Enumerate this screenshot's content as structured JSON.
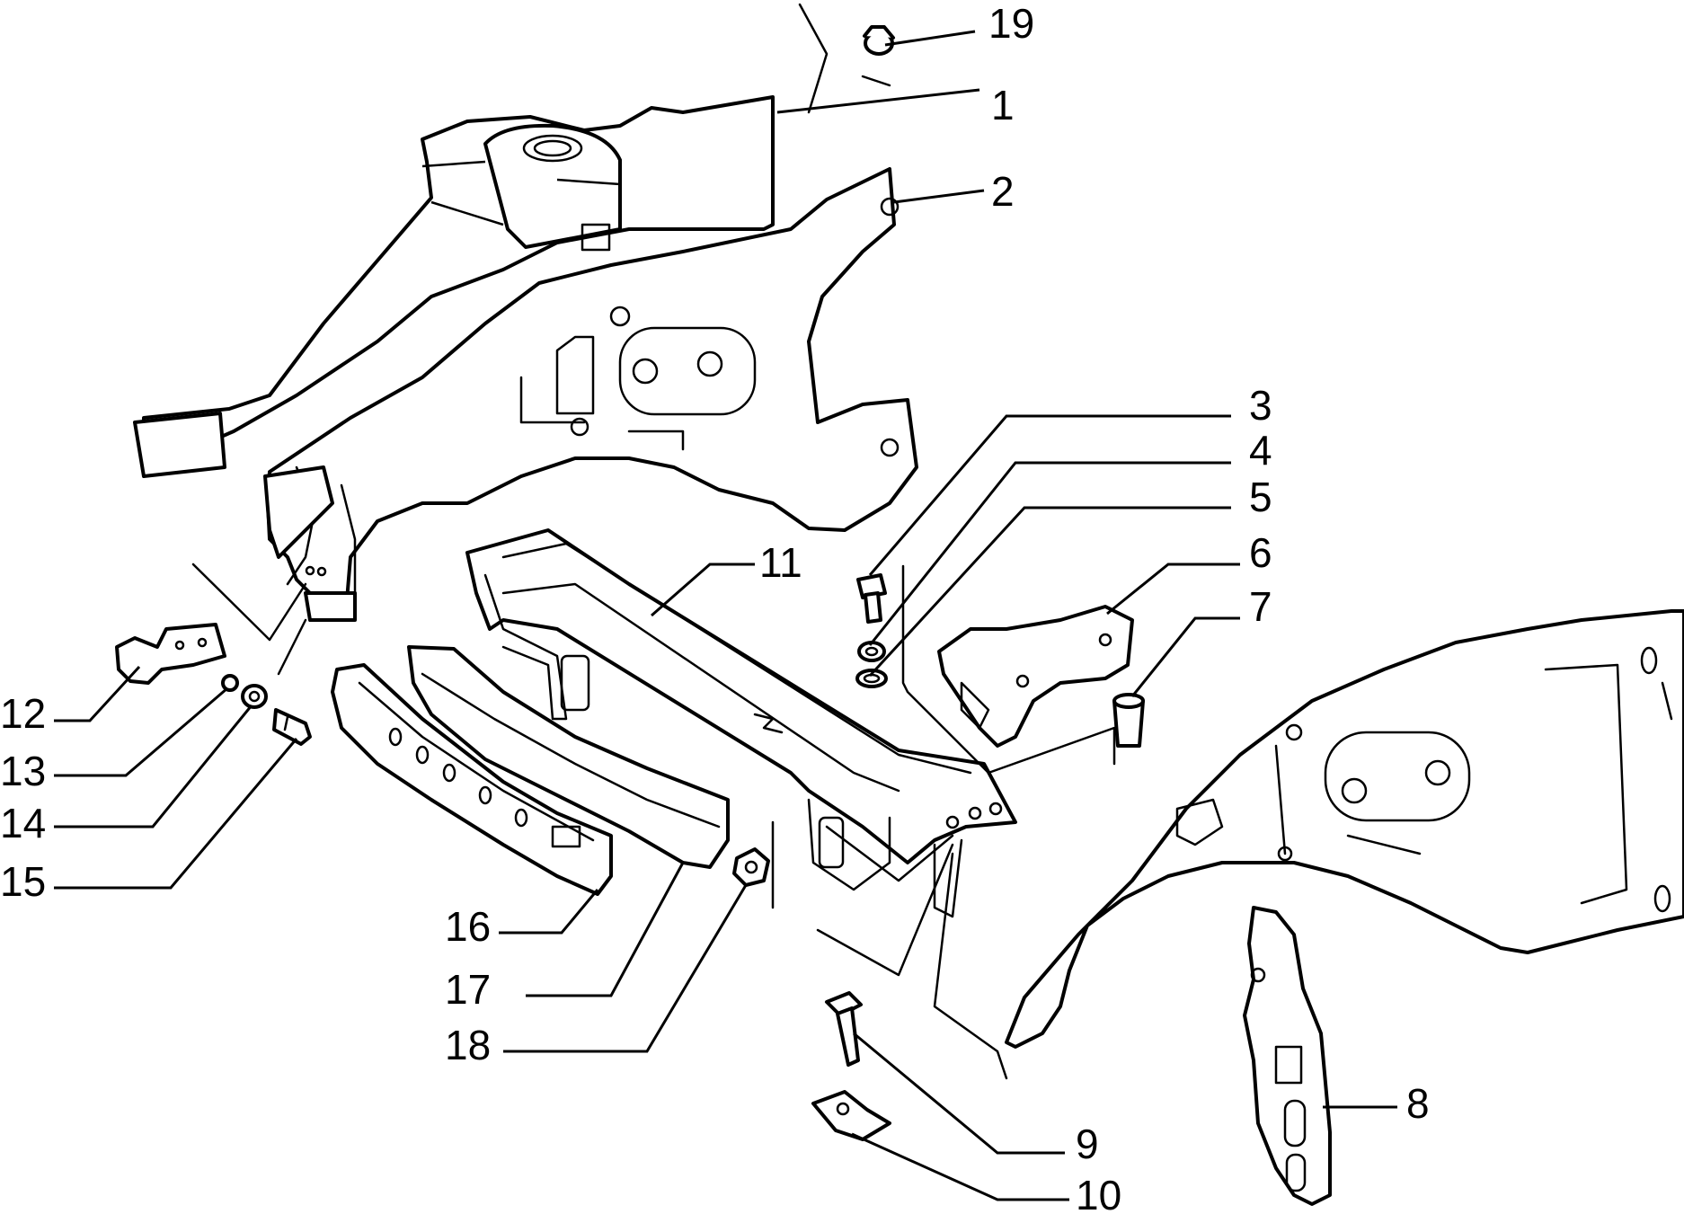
{
  "diagram": {
    "callouts": [
      {
        "id": "c1",
        "label": "1",
        "part": "upper-wheelhouse-panel"
      },
      {
        "id": "c2",
        "label": "2",
        "part": "left-side-member-assembly"
      },
      {
        "id": "c3",
        "label": "3",
        "part": "bolt"
      },
      {
        "id": "c4",
        "label": "4",
        "part": "washer"
      },
      {
        "id": "c5",
        "label": "5",
        "part": "seal-ring"
      },
      {
        "id": "c6",
        "label": "6",
        "part": "support-bracket"
      },
      {
        "id": "c7",
        "label": "7",
        "part": "plug"
      },
      {
        "id": "c8",
        "label": "8",
        "part": "vertical-reinforcement"
      },
      {
        "id": "c9",
        "label": "9",
        "part": "self-tapping-screw"
      },
      {
        "id": "c10",
        "label": "10",
        "part": "clip-nut"
      },
      {
        "id": "c11",
        "label": "11",
        "part": "front-crossmember"
      },
      {
        "id": "c12",
        "label": "12",
        "part": "mounting-bracket"
      },
      {
        "id": "c13",
        "label": "13",
        "part": "small-nut"
      },
      {
        "id": "c14",
        "label": "14",
        "part": "spacer"
      },
      {
        "id": "c15",
        "label": "15",
        "part": "bolt"
      },
      {
        "id": "c16",
        "label": "16",
        "part": "lower-crossmember"
      },
      {
        "id": "c17",
        "label": "17",
        "part": "crossmember-reinforcement"
      },
      {
        "id": "c18",
        "label": "18",
        "part": "nut"
      },
      {
        "id": "c19",
        "label": "19",
        "part": "plug"
      }
    ]
  }
}
